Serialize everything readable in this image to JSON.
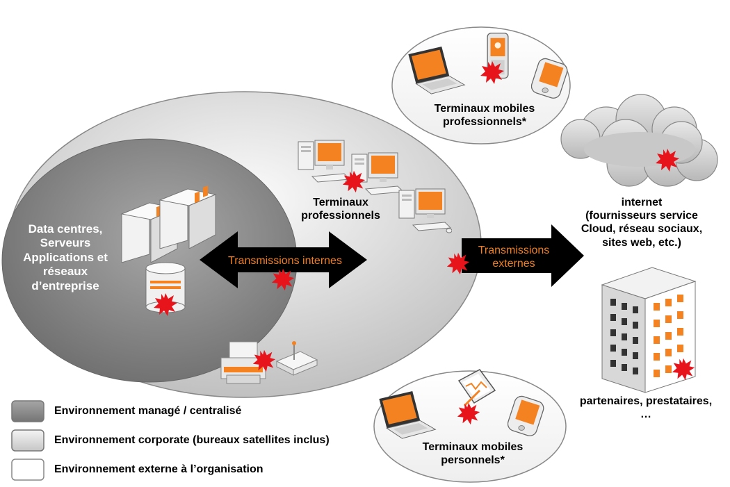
{
  "zones": {
    "datacenter_label": [
      "Data centres,",
      "Serveurs",
      "Applications et",
      "réseaux",
      "d’entreprise"
    ],
    "terminaux_pro_label": [
      "Terminaux",
      "professionnels"
    ],
    "mobiles_pro_label": [
      "Terminaux mobiles",
      "professionnels*"
    ],
    "mobiles_perso_label": [
      "Terminaux mobiles",
      "personnels*"
    ],
    "internet_label": [
      "internet",
      "(fournisseurs service",
      "Cloud, réseau sociaux,",
      "sites web, etc.)"
    ],
    "partenaires_label": [
      "partenaires, prestataires,",
      "…"
    ]
  },
  "arrows": {
    "internes": "Transmissions internes",
    "externes": [
      "Transmissions",
      "externes"
    ]
  },
  "legend": [
    {
      "label": "Environnement managé / centralisé",
      "color": "#8c8c8c"
    },
    {
      "label": "Environnement corporate (bureaux satellites inclus)",
      "color": "#dcdcdc"
    },
    {
      "label": "Environnement externe à l’organisation",
      "color": "#ffffff"
    }
  ],
  "colors": {
    "accent": "#f58220",
    "risk": "#e8141c",
    "arrow": "#000000"
  },
  "icons": [
    "server-icon",
    "database-icon",
    "desktop-icon",
    "printer-icon",
    "router-icon",
    "laptop-icon",
    "smartphone-icon",
    "pda-icon",
    "tablet-icon",
    "cloud-icon",
    "building-icon",
    "risk-burst-icon"
  ]
}
